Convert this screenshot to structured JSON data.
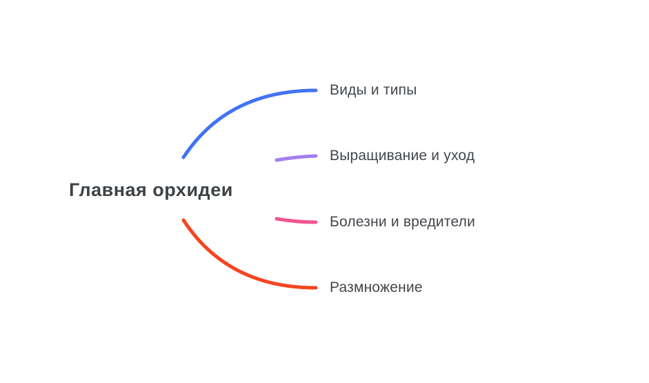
{
  "diagram": {
    "type": "mind-map",
    "root": {
      "label": "Главная орхидеи",
      "color": "#3d4246"
    },
    "branches": [
      {
        "label": "Виды и типы",
        "color": "#4272f5"
      },
      {
        "label": "Выращивание и уход",
        "color": "#a47ff0"
      },
      {
        "label": "Болезни и вредители",
        "color": "#f0558f"
      },
      {
        "label": "Размножение",
        "color": "#f5441f"
      }
    ]
  }
}
